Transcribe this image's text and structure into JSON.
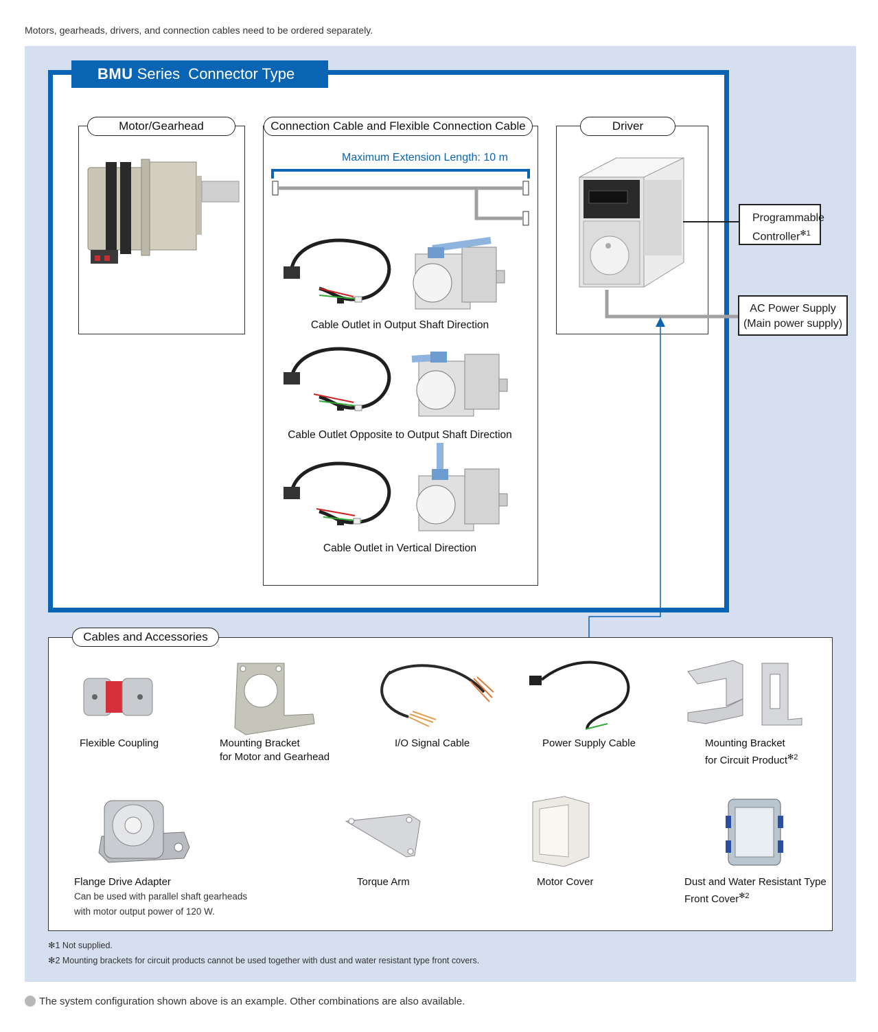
{
  "intro_text": "Motors, gearheads, drivers, and connection cables need to be ordered separately.",
  "series_title": {
    "brand": "BMU",
    "rest": " Series  Connector Type"
  },
  "sections": {
    "motor": "Motor/Gearhead",
    "cable": "Connection Cable and Flexible Connection Cable",
    "driver": "Driver",
    "accessories": "Cables and Accessories"
  },
  "extension_length": "Maximum Extension Length: 10 m",
  "cable_outlets": [
    "Cable Outlet in Output Shaft Direction",
    "Cable Outlet Opposite to Output Shaft Direction",
    "Cable Outlet in Vertical Direction"
  ],
  "external": {
    "plc_line1": "Programmable",
    "plc_line2": "Controller",
    "plc_note": "✻1",
    "ac_line1": "AC Power Supply",
    "ac_line2": "(Main power supply)"
  },
  "accessories": [
    {
      "line1": "Flexible Coupling",
      "line2": "",
      "note": ""
    },
    {
      "line1": "Mounting Bracket",
      "line2": "for Motor and Gearhead",
      "note": ""
    },
    {
      "line1": "I/O Signal Cable",
      "line2": "",
      "note": ""
    },
    {
      "line1": "Power Supply Cable",
      "line2": "",
      "note": ""
    },
    {
      "line1": "Mounting Bracket",
      "line2": "for Circuit Product",
      "note": "✻2"
    },
    {
      "line1": "Flange Drive Adapter",
      "line2": "",
      "note": "",
      "sub1": "Can be used with parallel shaft gearheads",
      "sub2": "with motor output power of 120 W."
    },
    {
      "line1": "Torque Arm",
      "line2": "",
      "note": ""
    },
    {
      "line1": "Motor Cover",
      "line2": "",
      "note": ""
    },
    {
      "line1": "Dust and Water Resistant Type",
      "line2": "Front Cover",
      "note": "✻2"
    }
  ],
  "notes": [
    {
      "mark": "✻1",
      "text": " Not supplied."
    },
    {
      "mark": "✻2",
      "text": " Mounting brackets for circuit products cannot be used together with dust and water resistant type front covers."
    }
  ],
  "footer": "The system configuration shown above is an example. Other combinations are also available.",
  "colors": {
    "brand_blue": "#0a64b4",
    "panel_bg": "#d5dff0",
    "cable_gray": "#a0a0a0",
    "cable_blue": "#8fb4de"
  }
}
